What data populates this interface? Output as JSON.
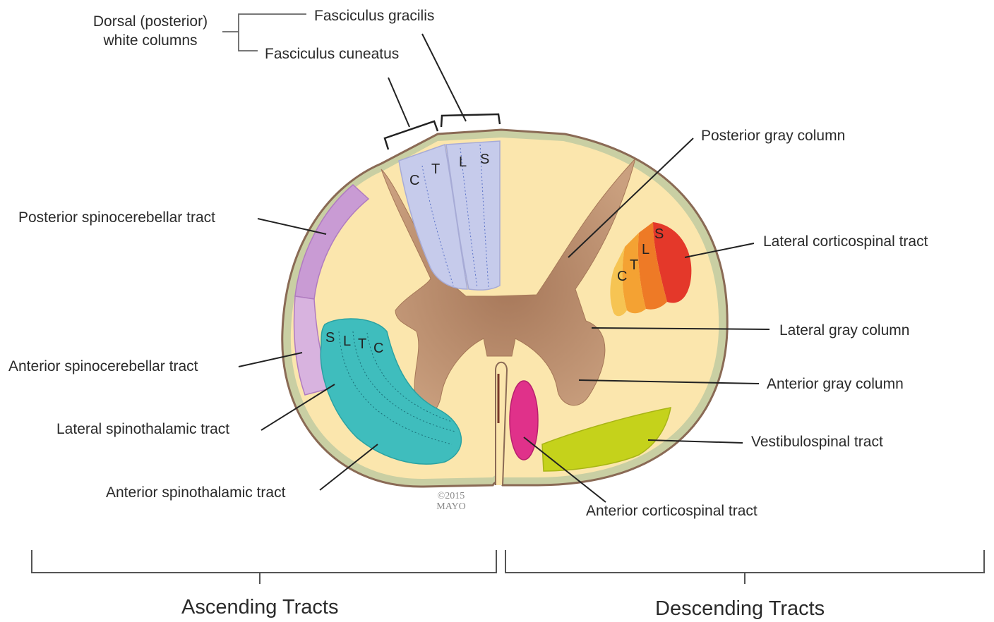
{
  "dorsal": {
    "group_line1": "Dorsal (posterior)",
    "group_line2": "white columns",
    "gracilis": "Fasciculus gracilis",
    "cuneatus": "Fasciculus cuneatus"
  },
  "left_labels": {
    "posterior_spinocerebellar": "Posterior spinocerebellar tract",
    "anterior_spinocerebellar": "Anterior spinocerebellar tract",
    "lateral_spinothalamic": "Lateral spinothalamic tract",
    "anterior_spinothalamic": "Anterior spinothalamic tract"
  },
  "right_labels": {
    "posterior_gray_column": "Posterior gray column",
    "lateral_corticospinal": "Lateral corticospinal tract",
    "lateral_gray_column": "Lateral gray column",
    "anterior_gray_column": "Anterior gray column",
    "vestibulospinal": "Vestibulospinal tract",
    "anterior_corticospinal": "Anterior corticospinal tract"
  },
  "segments": {
    "dorsal": [
      "C",
      "T",
      "L",
      "S"
    ],
    "spinothalamic": [
      "S",
      "L",
      "T",
      "C"
    ],
    "corticospinal": [
      "C",
      "T",
      "L",
      "S"
    ]
  },
  "copyright": {
    "year": "©2015",
    "mark": "MAYO"
  },
  "groups": {
    "ascending": "Ascending Tracts",
    "descending": "Descending Tracts"
  },
  "colors": {
    "white_matter": "#fbe6ad",
    "pia_border": "#c9cfa3",
    "outline": "#8a6a55",
    "gray_matter": "#b98a6a",
    "dorsal_columns": "#c6cbeb",
    "spinocerebellar": "#c99bd4",
    "spinothalamic": "#3fbdbd",
    "corticospinal_lateral": [
      "#f6c453",
      "#f4a233",
      "#ee7a26",
      "#e4382a"
    ],
    "corticospinal_anterior": "#e0318a",
    "vestibulospinal": "#c5d21b"
  }
}
